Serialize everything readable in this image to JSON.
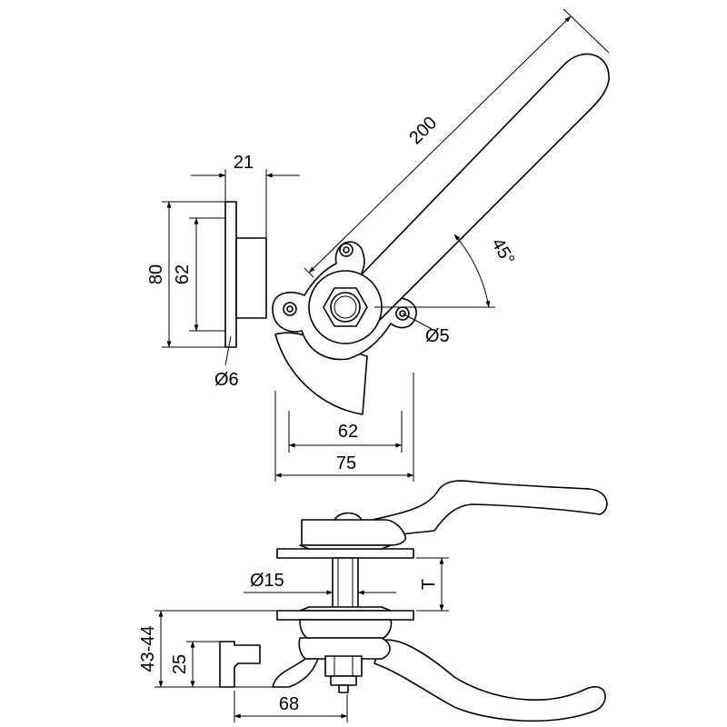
{
  "dimensions": {
    "handle_length": "200",
    "angle": "45°",
    "hole_diameter": "Ø5",
    "plate_width_inner": "62",
    "plate_width_outer": "75",
    "depth": "21",
    "height_outer": "80",
    "height_inner": "62",
    "pin_diameter": "Ø6",
    "shaft_diameter": "Ø15",
    "thickness": "T",
    "body_height": "43-44",
    "keeper_height": "25",
    "keeper_span": "68"
  }
}
